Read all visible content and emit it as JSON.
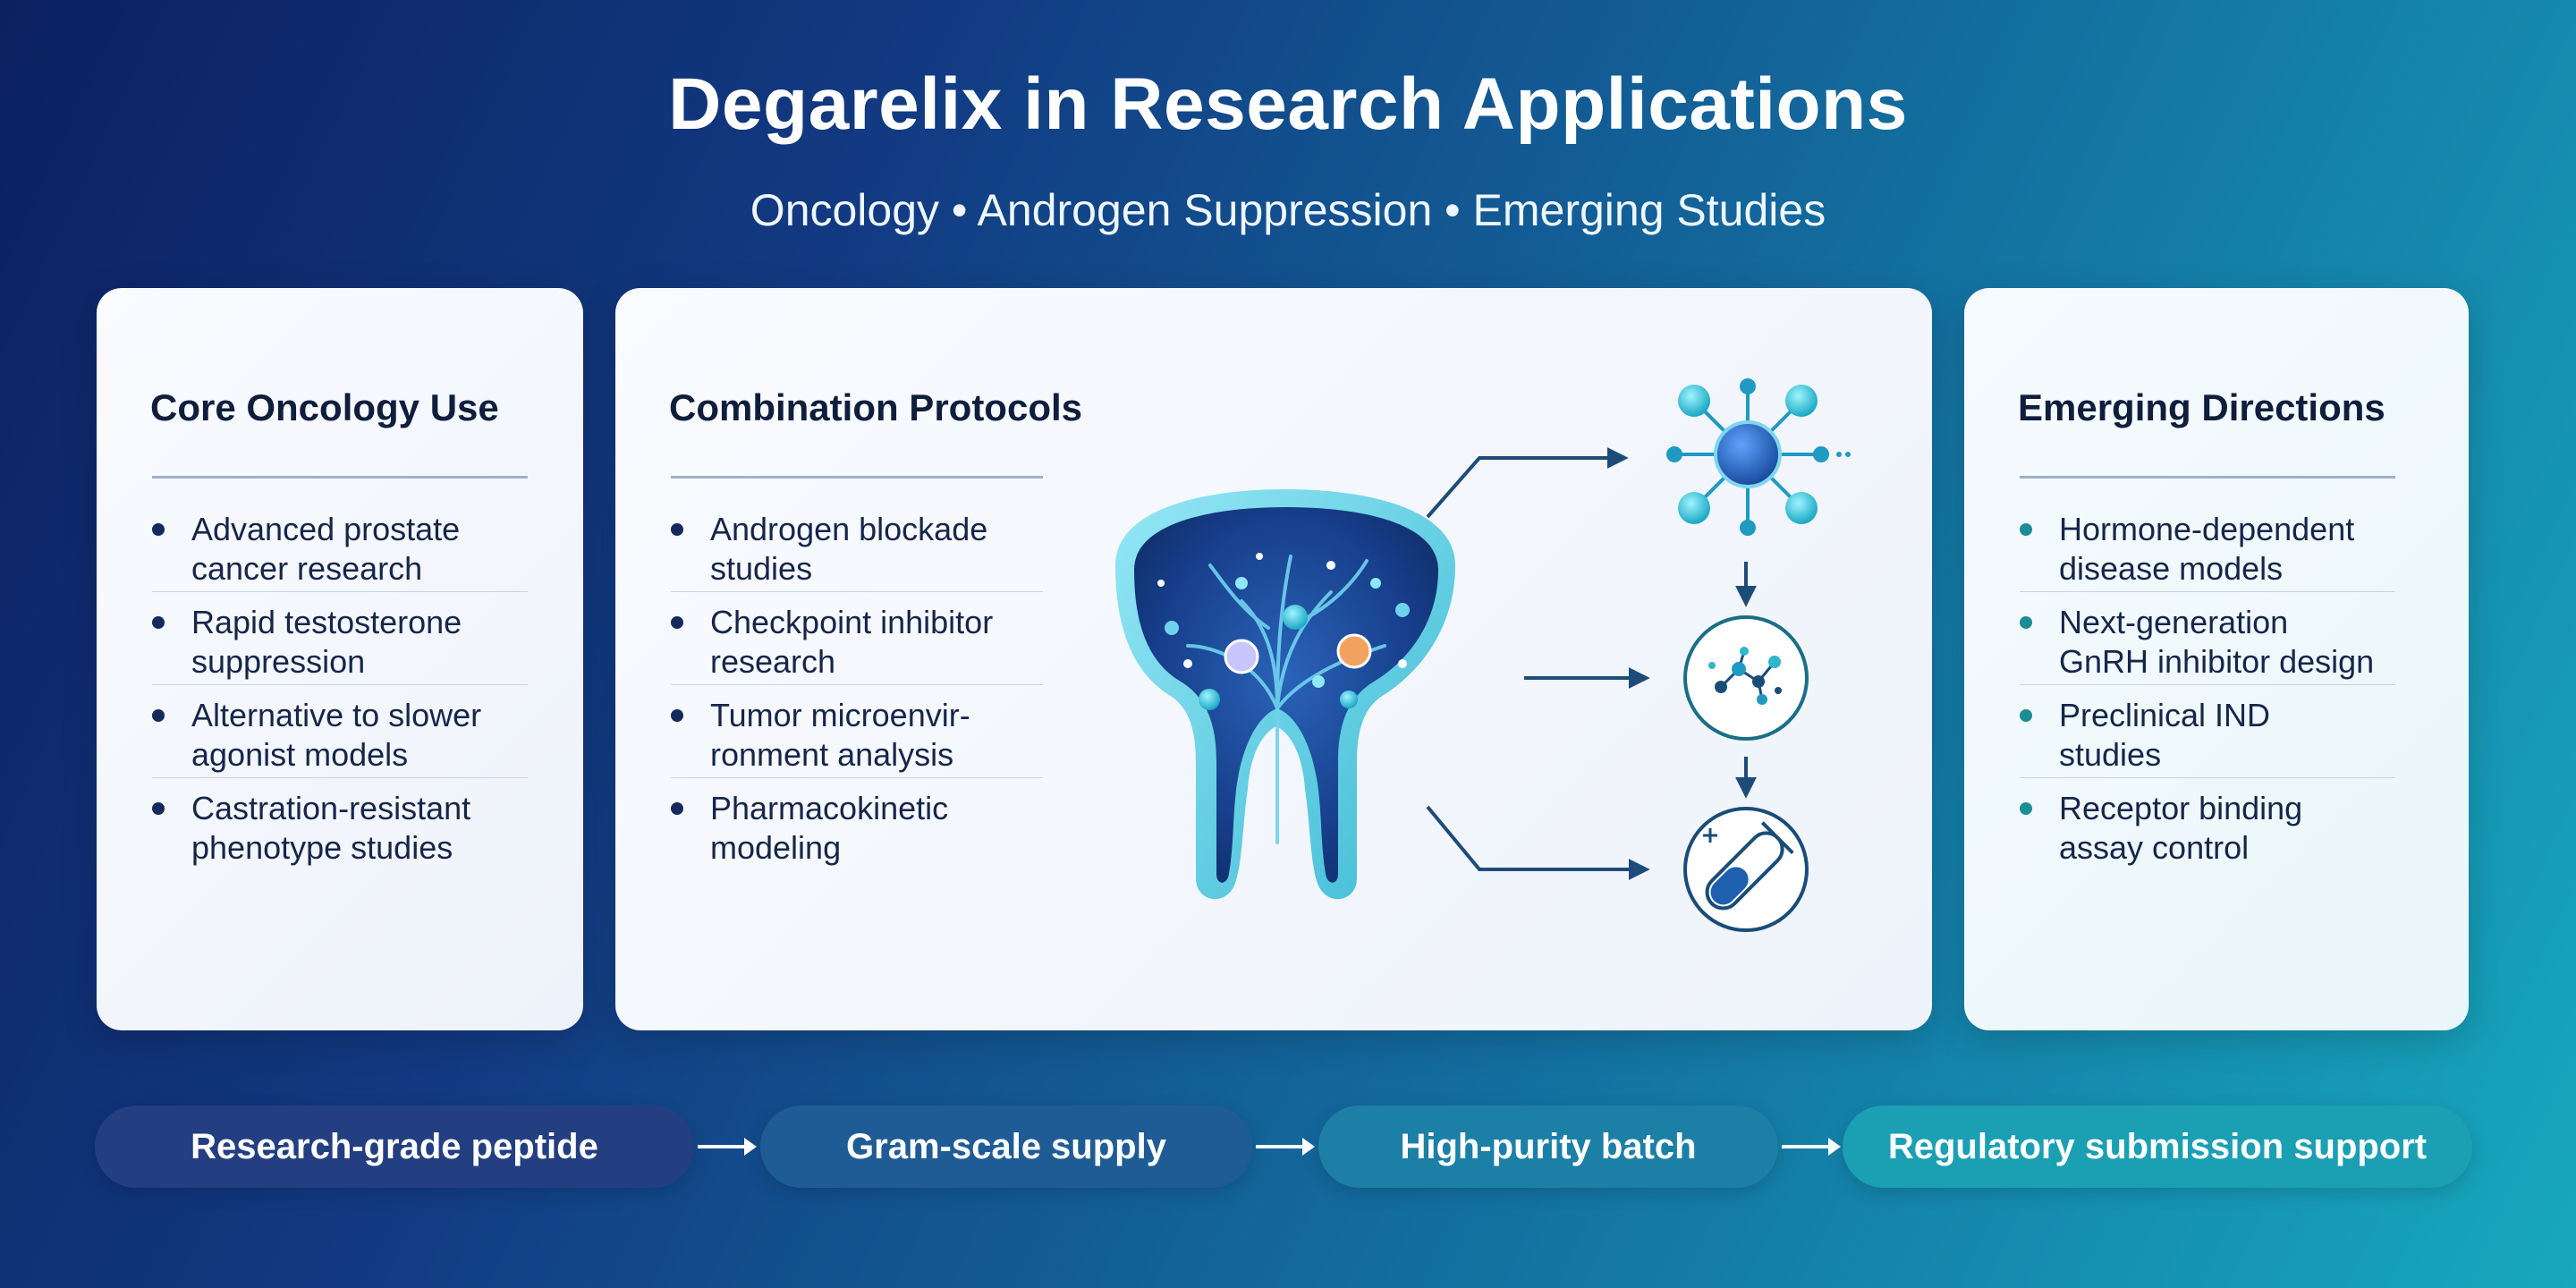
{
  "header": {
    "title": "Degarelix in Research Applications",
    "subtitle": "Oncology • Androgen Suppression • Emerging Studies"
  },
  "cards": {
    "left": {
      "title": "Core Oncology Use",
      "items": [
        [
          "Advanced prostate",
          "cancer research"
        ],
        [
          "Rapid testosterone",
          "suppression"
        ],
        [
          "Alternative to slower",
          "agonist models"
        ],
        [
          "Castration-resistant",
          "phenotype studies"
        ]
      ]
    },
    "center": {
      "title": "Combination Protocols",
      "items": [
        [
          "Androgen blockade",
          "studies"
        ],
        [
          "Checkpoint inhibitor",
          "research"
        ],
        [
          "Tumor microenvir-",
          "ronment analysis"
        ],
        [
          "Pharmacokinetic",
          "modeling"
        ]
      ]
    },
    "right": {
      "title": "Emerging Directions",
      "items": [
        [
          "Hormone-dependent",
          "disease models"
        ],
        [
          "Next-generation",
          "GnRH inhibitor design"
        ],
        [
          "Preclinical IND",
          "studies"
        ],
        [
          "Receptor binding",
          "assay control"
        ]
      ]
    }
  },
  "diagram": {
    "icons": [
      "prostate-illustration-icon",
      "molecule-network-icon",
      "cell-pathway-icon",
      "test-tube-icon"
    ]
  },
  "flow": {
    "steps": [
      "Research-grade peptide",
      "Gram-scale supply",
      "High-purity batch",
      "Regulatory submission support"
    ]
  },
  "colors": {
    "background_start": "#0c2160",
    "background_end": "#17a8bd",
    "card_bg": "#f4f7fc",
    "accent_teal": "#1a8d96",
    "dark_navy": "#152a5c"
  }
}
